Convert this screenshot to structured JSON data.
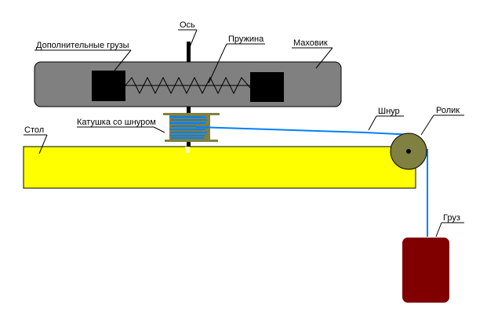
{
  "labels": {
    "axis": "Ось",
    "extra_weights": "Дополнительные грузы",
    "spring": "Пружина",
    "flywheel": "Маховик",
    "spool": "Катушка со шнуром",
    "table": "Стол",
    "cord": "Шнур",
    "pulley": "Ролик",
    "weight": "Груз"
  },
  "colors": {
    "flywheel": "#808080",
    "weights": "#000000",
    "table": "#ffff00",
    "spool": "#808040",
    "cord": "#0080ff",
    "pulley": "#808040",
    "load": "#800000"
  }
}
